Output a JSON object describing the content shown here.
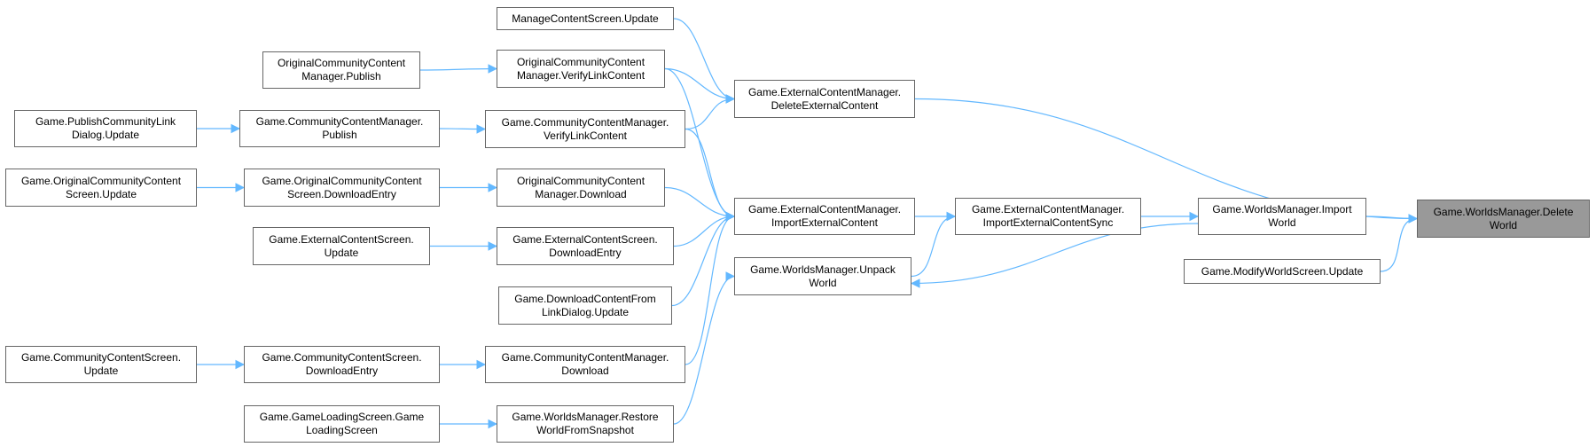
{
  "diagram": {
    "root_fill": "#999999",
    "node_border": "#666666",
    "edge_color": "#63b8ff",
    "nodes": [
      {
        "id": "n1",
        "lines": [
          "ManageContentScreen.Update"
        ]
      },
      {
        "id": "n2",
        "lines": [
          "OriginalCommunityContent",
          "Manager.Publish"
        ]
      },
      {
        "id": "n3",
        "lines": [
          "OriginalCommunityContent",
          "Manager.VerifyLinkContent"
        ]
      },
      {
        "id": "n4",
        "lines": [
          "Game.ExternalContentManager.",
          "DeleteExternalContent"
        ]
      },
      {
        "id": "n5",
        "lines": [
          "Game.PublishCommunityLink",
          "Dialog.Update"
        ]
      },
      {
        "id": "n6",
        "lines": [
          "Game.CommunityContentManager.",
          "Publish"
        ]
      },
      {
        "id": "n7",
        "lines": [
          "Game.CommunityContentManager.",
          "VerifyLinkContent"
        ]
      },
      {
        "id": "n8",
        "lines": [
          "Game.OriginalCommunityContent",
          "Screen.Update"
        ]
      },
      {
        "id": "n9",
        "lines": [
          "Game.OriginalCommunityContent",
          "Screen.DownloadEntry"
        ]
      },
      {
        "id": "n10",
        "lines": [
          "OriginalCommunityContent",
          "Manager.Download"
        ]
      },
      {
        "id": "n11",
        "lines": [
          "Game.ExternalContentManager.",
          "ImportExternalContent"
        ]
      },
      {
        "id": "n12",
        "lines": [
          "Game.ExternalContentManager.",
          "ImportExternalContentSync"
        ]
      },
      {
        "id": "n13",
        "lines": [
          "Game.WorldsManager.Import",
          "World"
        ]
      },
      {
        "id": "n14",
        "lines": [
          "Game.WorldsManager.Delete",
          "World"
        ]
      },
      {
        "id": "n15",
        "lines": [
          "Game.ExternalContentScreen.",
          "Update"
        ]
      },
      {
        "id": "n16",
        "lines": [
          "Game.ExternalContentScreen.",
          "DownloadEntry"
        ]
      },
      {
        "id": "n17",
        "lines": [
          "Game.WorldsManager.Unpack",
          "World"
        ]
      },
      {
        "id": "n18",
        "lines": [
          "Game.ModifyWorldScreen.Update"
        ]
      },
      {
        "id": "n19",
        "lines": [
          "Game.DownloadContentFrom",
          "LinkDialog.Update"
        ]
      },
      {
        "id": "n20",
        "lines": [
          "Game.CommunityContentScreen.",
          "Update"
        ]
      },
      {
        "id": "n21",
        "lines": [
          "Game.CommunityContentScreen.",
          "DownloadEntry"
        ]
      },
      {
        "id": "n22",
        "lines": [
          "Game.CommunityContentManager.",
          "Download"
        ]
      },
      {
        "id": "n23",
        "lines": [
          "Game.GameLoadingScreen.Game",
          "LoadingScreen"
        ]
      },
      {
        "id": "n24",
        "lines": [
          "Game.WorldsManager.Restore",
          "WorldFromSnapshot"
        ]
      }
    ],
    "edges": [
      {
        "from": "n1",
        "to": "n4"
      },
      {
        "from": "n3",
        "to": "n4"
      },
      {
        "from": "n7",
        "to": "n4"
      },
      {
        "from": "n4",
        "to": "n14"
      },
      {
        "from": "n2",
        "to": "n3"
      },
      {
        "from": "n5",
        "to": "n6"
      },
      {
        "from": "n6",
        "to": "n7"
      },
      {
        "from": "n8",
        "to": "n9"
      },
      {
        "from": "n9",
        "to": "n10"
      },
      {
        "from": "n3",
        "to": "n11"
      },
      {
        "from": "n7",
        "to": "n11"
      },
      {
        "from": "n10",
        "to": "n11"
      },
      {
        "from": "n16",
        "to": "n11"
      },
      {
        "from": "n19",
        "to": "n11"
      },
      {
        "from": "n22",
        "to": "n11"
      },
      {
        "from": "n15",
        "to": "n16"
      },
      {
        "from": "n11",
        "to": "n12"
      },
      {
        "from": "n17",
        "to": "n12"
      },
      {
        "from": "n12",
        "to": "n13"
      },
      {
        "from": "n13",
        "to": "n17"
      },
      {
        "from": "n13",
        "to": "n14"
      },
      {
        "from": "n18",
        "to": "n14"
      },
      {
        "from": "n20",
        "to": "n21"
      },
      {
        "from": "n21",
        "to": "n22"
      },
      {
        "from": "n23",
        "to": "n24"
      },
      {
        "from": "n24",
        "to": "n17"
      }
    ]
  }
}
